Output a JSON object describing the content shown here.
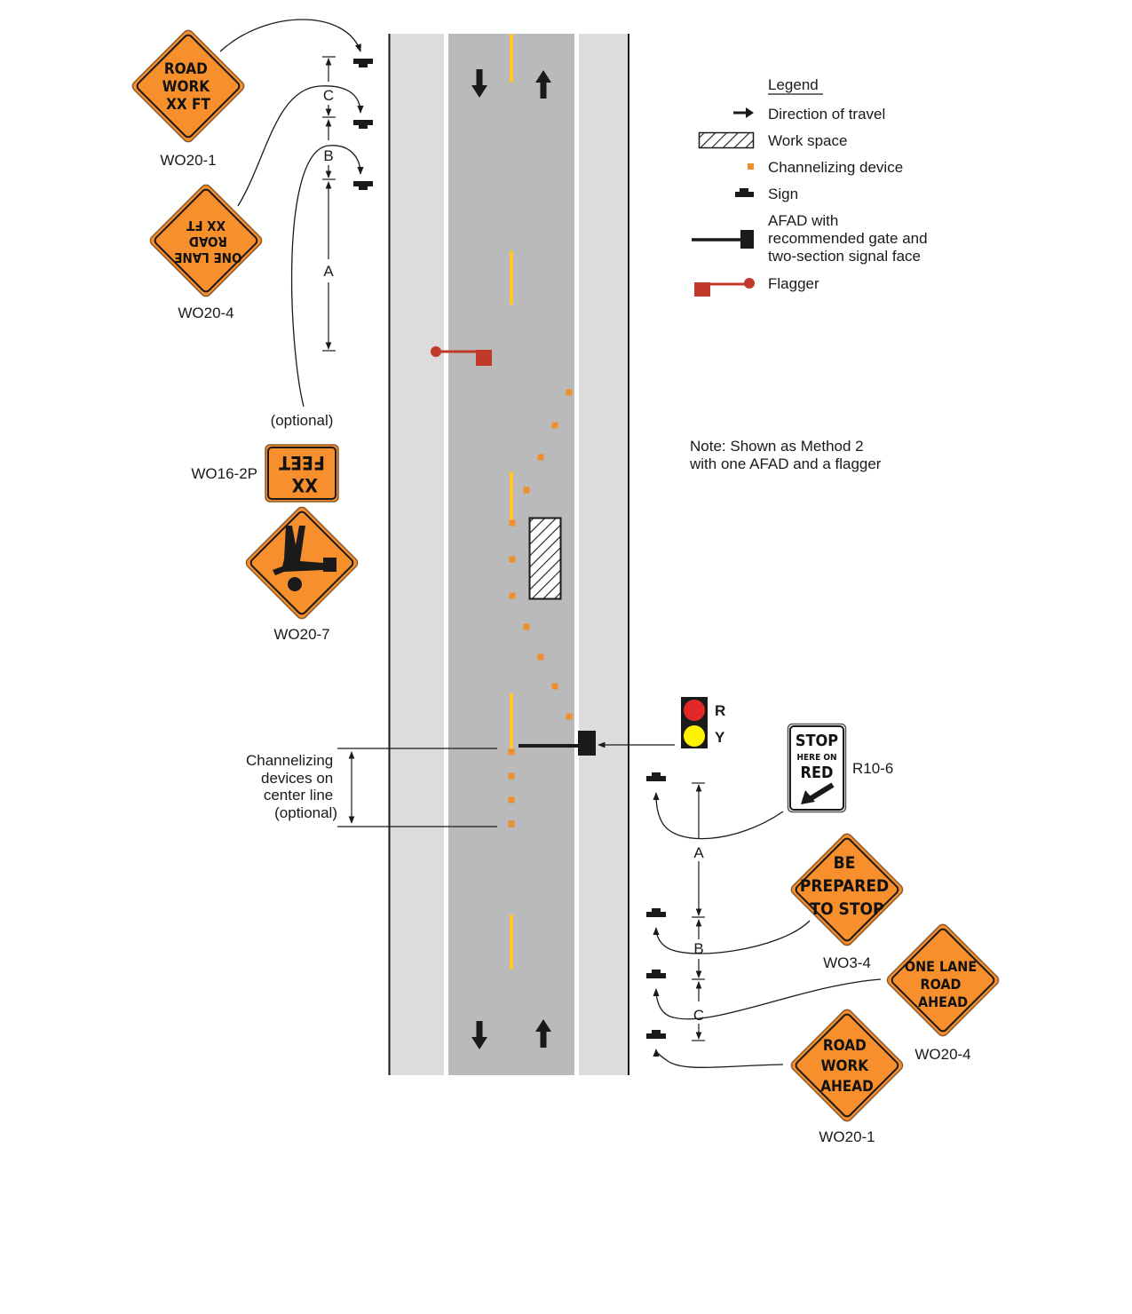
{
  "colors": {
    "shoulder": "#dcdcdc",
    "lane": "#bababa",
    "edge_line": "#ffffff",
    "center_line": "#fdc82f",
    "channelizer": "#f08d2d",
    "flagger": "#c0392b",
    "sign_orange": "#f7902c",
    "signal_red": "#e1292b",
    "signal_yellow": "#fff200",
    "ink": "#1a1a1a"
  },
  "legend": {
    "title": "Legend",
    "items": [
      {
        "symbol": "arrow-icon",
        "label": "Direction of travel"
      },
      {
        "symbol": "work-space-icon",
        "label": "Work space"
      },
      {
        "symbol": "channelizing-device-icon",
        "label": "Channelizing device"
      },
      {
        "symbol": "sign-icon",
        "label": "Sign"
      },
      {
        "symbol": "afad-icon",
        "label_lines": [
          "AFAD with",
          "recommended gate and",
          "two-section signal face"
        ]
      },
      {
        "symbol": "flagger-icon",
        "label": "Flagger"
      }
    ]
  },
  "note": {
    "lines": [
      "Note: Shown as Method 2",
      "with one AFAD and a flagger"
    ]
  },
  "left_signs": {
    "wo20_1": {
      "code": "WO20-1",
      "lines": [
        "ROAD",
        "WORK",
        "XX FT"
      ],
      "mirrored": true
    },
    "wo20_4": {
      "code": "WO20-4",
      "lines": [
        "ONE LANE",
        "ROAD",
        "XX FT"
      ],
      "mirrored": true
    },
    "wo16_2p": {
      "code": "WO16-2P",
      "lines": [
        "XX",
        "FEET"
      ],
      "mirrored": true
    },
    "wo20_7": {
      "code": "WO20-7",
      "symbol": "flagger-symbol-icon",
      "mirrored": true
    },
    "optional_label": "(optional)"
  },
  "right_signs": {
    "r10_6": {
      "code": "R10-6",
      "lines": [
        "STOP",
        "HERE ON",
        "RED"
      ],
      "symbol": "arrow-down-left-icon"
    },
    "wo3_4": {
      "code": "WO3-4",
      "lines": [
        "BE",
        "PREPARED",
        "TO STOP"
      ]
    },
    "wo20_4": {
      "code": "WO20-4",
      "lines": [
        "ONE LANE",
        "ROAD",
        "AHEAD"
      ]
    },
    "wo20_1": {
      "code": "WO20-1",
      "lines": [
        "ROAD",
        "WORK",
        "AHEAD"
      ]
    }
  },
  "signal": {
    "red_label": "R",
    "yellow_label": "Y"
  },
  "dimensions": {
    "left": [
      "C",
      "B",
      "A"
    ],
    "right": [
      "A",
      "B",
      "C"
    ]
  },
  "centerline_note": {
    "lines": [
      "Channelizing",
      "devices on",
      "center line",
      "(optional)"
    ]
  }
}
